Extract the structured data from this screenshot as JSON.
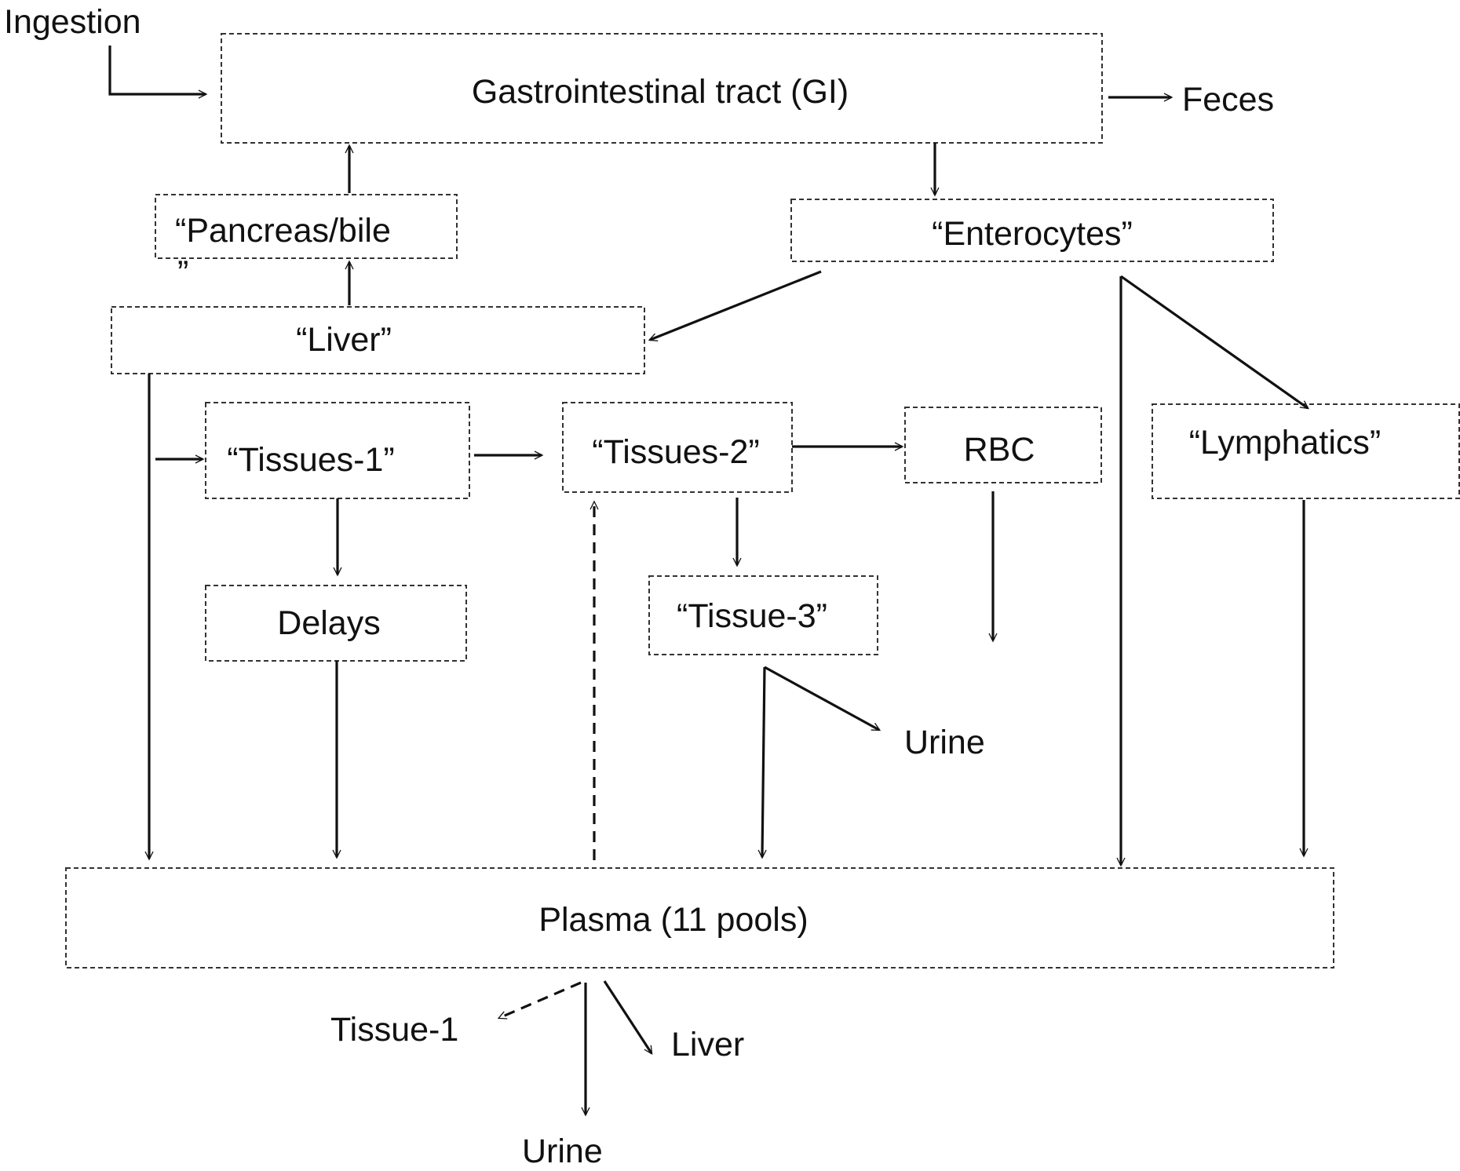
{
  "nodes": {
    "ingestion": "Ingestion",
    "gi": "Gastrointestinal tract (GI)",
    "feces": "Feces",
    "pancreas_line1": "“Pancreas/bile",
    "pancreas_line2": "”",
    "enterocytes": "“Enterocytes”",
    "liver": "“Liver”",
    "tissues1": "“Tissues-1”",
    "tissues2": "“Tissues-2”",
    "rbc": "RBC",
    "lymphatics": "“Lymphatics”",
    "delays": "Delays",
    "tissue3": "“Tissue-3”",
    "urine_mid": "Urine",
    "plasma": "Plasma (11 pools)",
    "out_tissue1": "Tissue-1",
    "out_liver": "Liver",
    "out_urine": "Urine"
  }
}
